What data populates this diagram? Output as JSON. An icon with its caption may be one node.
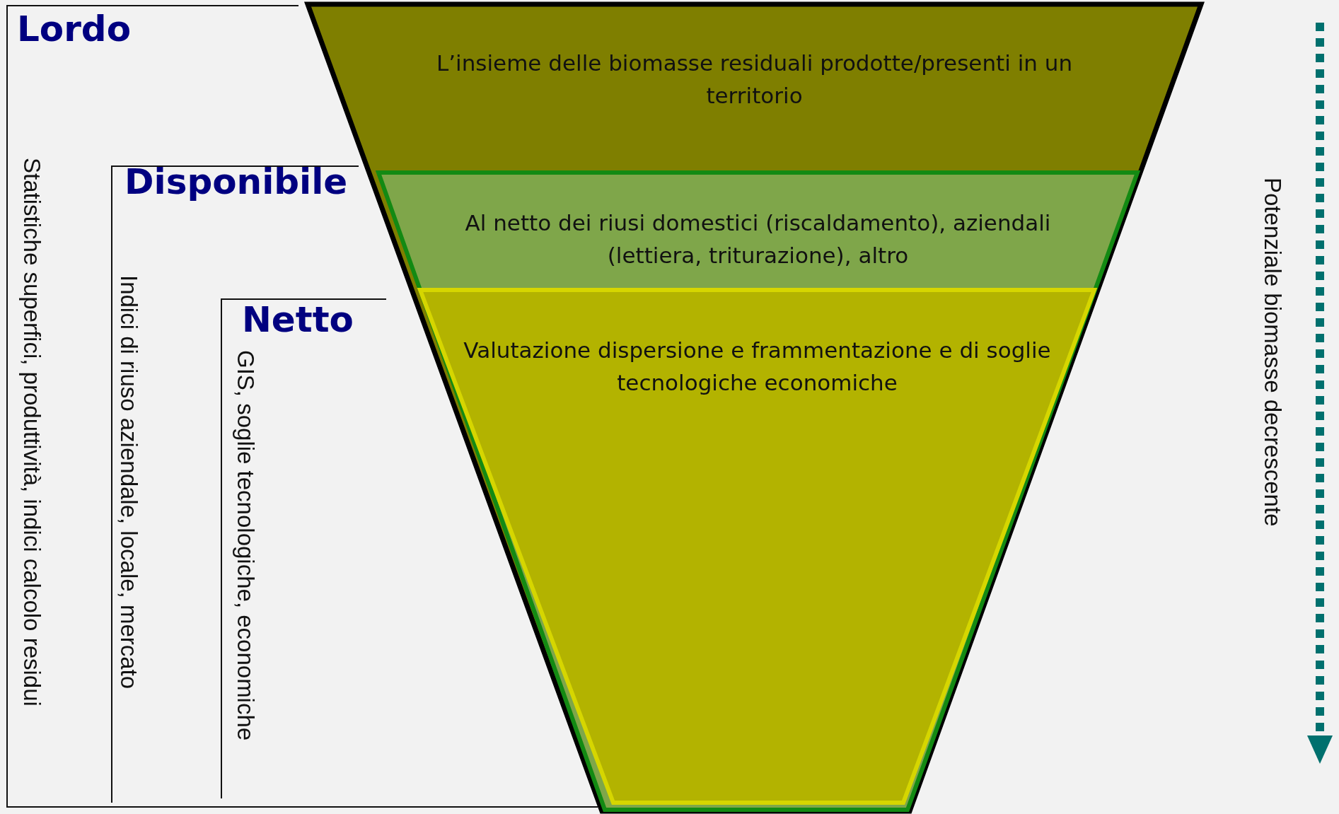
{
  "diagram": {
    "nodes": [
      {
        "text": [
          "L’insieme delle biomasse residuali prodotte/presenti in un territorio"
        ]
      },
      {
        "text": [
          "Al netto dei riusi domestici (riscaldamento), aziendali (lettiera, triturazione), altro"
        ],
        "in": 0
      },
      {
        "text": [
          "Valutazione dispersione e frammentazione e di soglie tecnologiche economiche"
        ],
        "in": 1
      }
    ],
    "edges": [],
    "labels": [
      "Lordo",
      "Statistiche superfici, produttività, indici calcolo residui",
      "Disponibile",
      "Indici di riuso aziendale, locale, mercato",
      "Netto",
      "GIS, soglie tecnologiche, economiche",
      "Potenziale biomasse decrescente"
    ]
  }
}
